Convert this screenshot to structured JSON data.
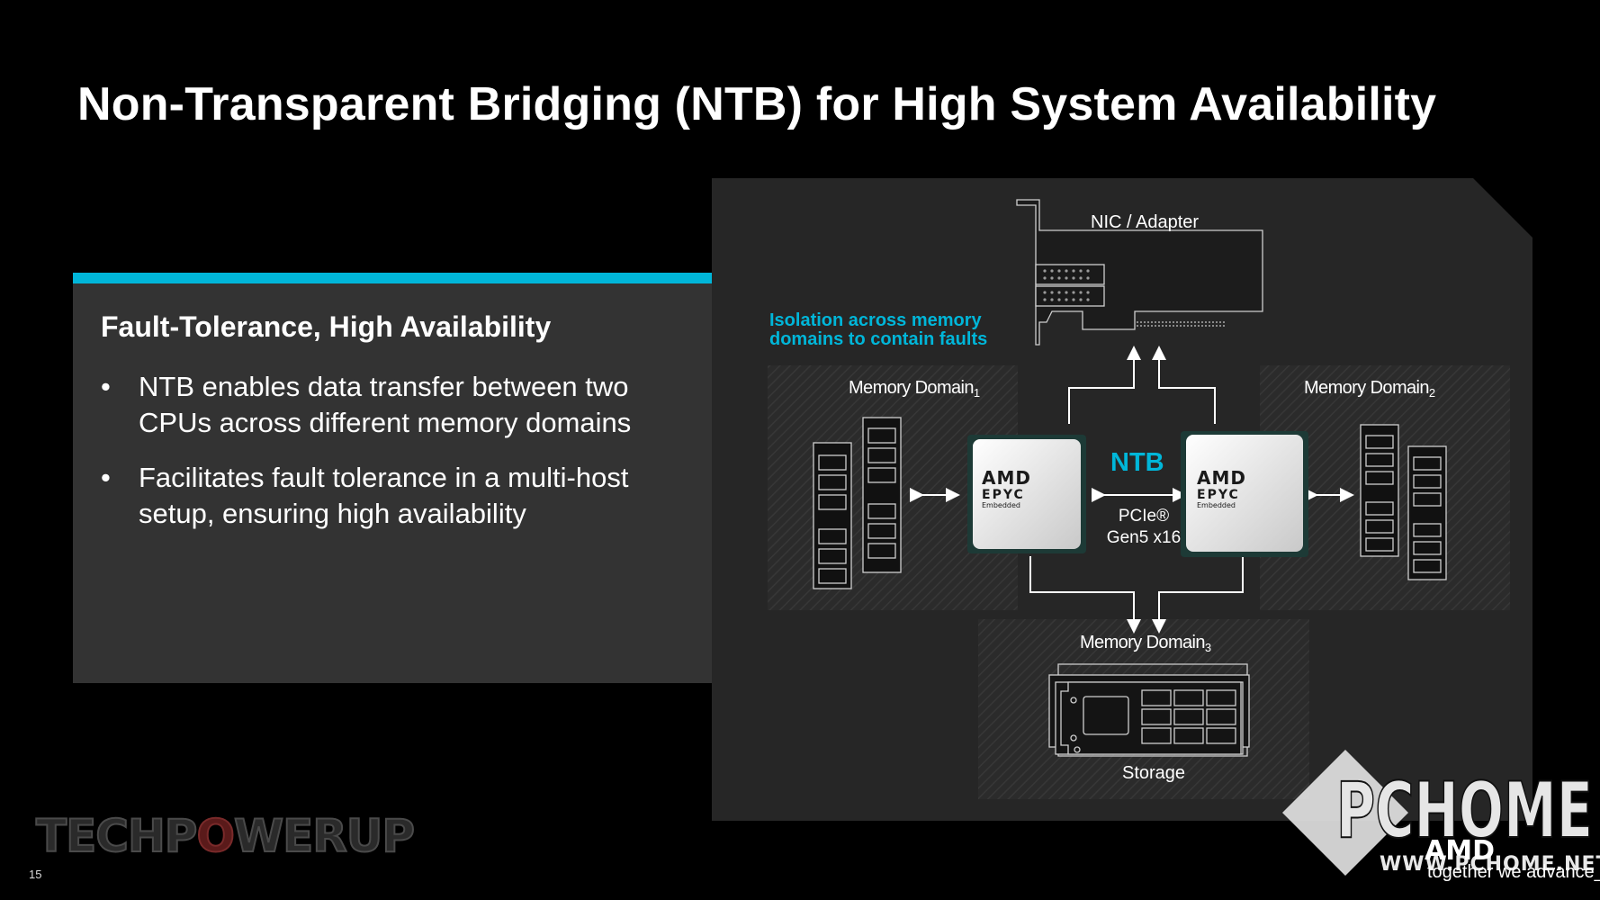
{
  "slide": {
    "title": "Non-Transparent Bridging (NTB) for High System Availability",
    "page_number": "15"
  },
  "panel": {
    "heading": "Fault-Tolerance, High Availability",
    "bullets": [
      "NTB enables data transfer between two CPUs across different memory domains",
      "Facilitates fault tolerance in a multi-host setup, ensuring high availability"
    ],
    "bullet_glyph": "•"
  },
  "diagram": {
    "nic_label": "NIC / Adapter",
    "isolation_label_line1": "Isolation across memory",
    "isolation_label_line2": "domains to contain faults",
    "memory_domain_1": {
      "text": "Memory Domain",
      "sub": "1"
    },
    "memory_domain_2": {
      "text": "Memory Domain",
      "sub": "2"
    },
    "memory_domain_3": {
      "text": "Memory Domain",
      "sub": "3"
    },
    "ntb_label": "NTB",
    "link_line1": "PCIe®",
    "link_line2": "Gen5 x16",
    "storage_label": "Storage",
    "cpu_brand": "AMD",
    "cpu_family": "EPYC",
    "cpu_variant": "Embedded"
  },
  "watermarks": {
    "techpowerup_a": "TECHP",
    "techpowerup_o": "O",
    "techpowerup_b": "WERUP",
    "pchome": "PCHOME",
    "pchome_url": "WWW.PCHOME.NET",
    "amd_logo": "AMD",
    "amd_tagline": "together we advance_"
  },
  "colors": {
    "accent": "#00b6d9",
    "background": "#000000",
    "panel": "#333333",
    "diagram_panel": "#262626"
  }
}
